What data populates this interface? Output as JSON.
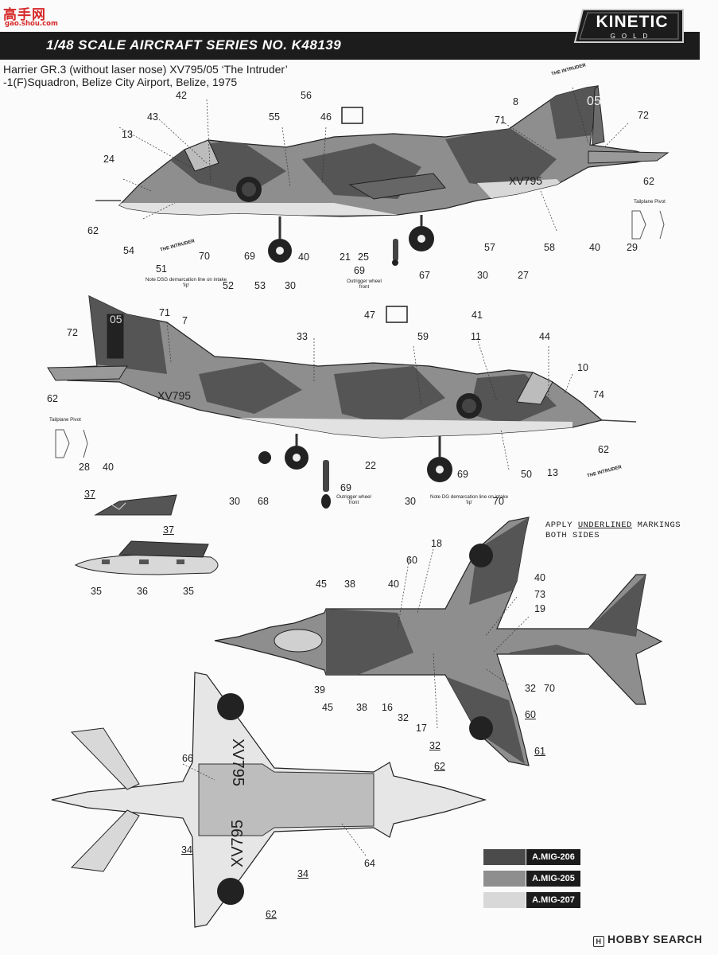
{
  "watermark": {
    "glyphs": "高手网",
    "url": "gao.shou.com"
  },
  "header": {
    "series_title": "1/48 SCALE  AIRCRAFT  SERIES NO. K48139",
    "logo_text": "KINETIC",
    "logo_sub": "GOLD"
  },
  "subtitle": {
    "line1": "Harrier GR.3 (without laser nose) XV795/05 ‘The Intruder’",
    "line2": "-1(F)Squadron, Belize City Airport, Belize, 1975"
  },
  "apply_note": {
    "prefix": "APPLY",
    "underlined": "UNDERLINED",
    "suffix": "MARKINGS",
    "line2": "BOTH SIDES"
  },
  "serial": "XV795",
  "fin_code": "05",
  "tail_badge": "THE INTRUDER",
  "notes": {
    "tailplane_pivot": "Tailplane Pivot",
    "dg_line_1": "Note DSG demarcation line on intake 'lip'",
    "dg_line_2": "Note DG demarcation line on intake 'lip'",
    "outrigger_1": "Outrigger wheel front",
    "outrigger_2": "Outrigger wheel front"
  },
  "callouts_left_side": [
    "42",
    "56",
    "43",
    "55",
    "46",
    "8",
    "71",
    "72",
    "13",
    "24",
    "62",
    "62",
    "54",
    "51",
    "70",
    "69",
    "52",
    "53",
    "30",
    "40",
    "21",
    "25",
    "69",
    "67",
    "30",
    "57",
    "58",
    "40",
    "29",
    "27"
  ],
  "callouts_right_side": [
    "72",
    "71",
    "7",
    "47",
    "41",
    "33",
    "59",
    "11",
    "44",
    "10",
    "74",
    "62",
    "62",
    "28",
    "40",
    "30",
    "68",
    "69",
    "22",
    "30",
    "69",
    "13",
    "50",
    "70"
  ],
  "callouts_drop_tank": [
    "37",
    "37",
    "35",
    "36",
    "35"
  ],
  "callouts_top_view": [
    "18",
    "60",
    "40",
    "45",
    "38",
    "40",
    "73",
    "19",
    "39",
    "45",
    "38",
    "16",
    "32",
    "17",
    "32",
    "32",
    "60",
    "70",
    "61",
    "62"
  ],
  "callouts_bottom_view": [
    "66",
    "34",
    "34",
    "64",
    "62"
  ],
  "paints": [
    {
      "label": "A.MIG-206",
      "color": "#4b4b4b"
    },
    {
      "label": "A.MIG-205",
      "color": "#8e8e8e"
    },
    {
      "label": "A.MIG-207",
      "color": "#d8d8d8"
    }
  ],
  "footer": {
    "source": "HOBBY SEARCH",
    "icon_letter": "H"
  }
}
